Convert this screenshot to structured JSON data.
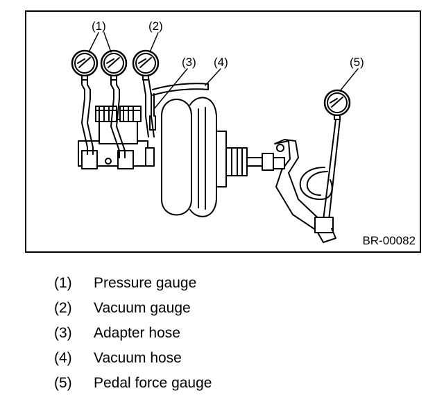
{
  "figure": {
    "id_label": "BR-00082",
    "callouts": [
      "(1)",
      "(2)",
      "(3)",
      "(4)",
      "(5)"
    ]
  },
  "legend": [
    {
      "num": "(1)",
      "text": "Pressure gauge"
    },
    {
      "num": "(2)",
      "text": "Vacuum gauge"
    },
    {
      "num": "(3)",
      "text": "Adapter hose"
    },
    {
      "num": "(4)",
      "text": "Vacuum hose"
    },
    {
      "num": "(5)",
      "text": "Pedal force gauge"
    }
  ]
}
